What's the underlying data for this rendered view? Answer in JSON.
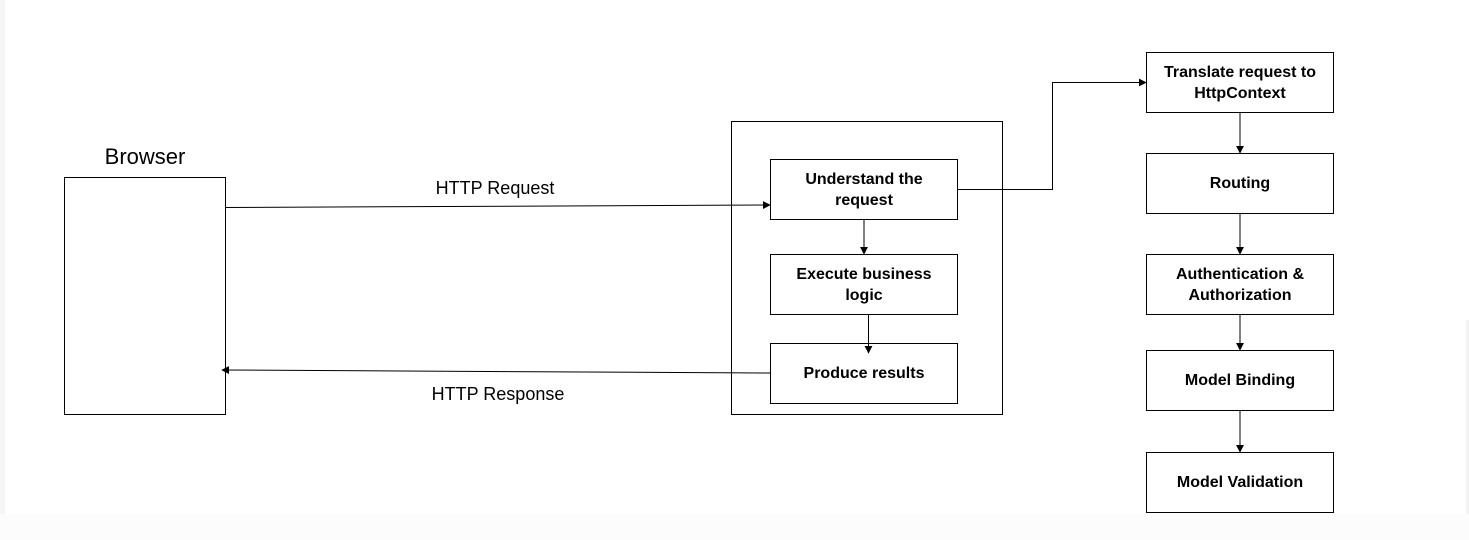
{
  "diagram": {
    "browser": {
      "title": "Browser"
    },
    "connections": {
      "request_label": "HTTP Request",
      "response_label": "HTTP Response"
    },
    "server": {
      "steps": [
        {
          "line1": "Understand the",
          "line2": "request"
        },
        {
          "line1": "Execute business",
          "line2": "logic"
        },
        {
          "line1": "Produce results",
          "line2": ""
        }
      ]
    },
    "pipeline": {
      "steps": [
        {
          "line1": "Translate request to",
          "line2": "HttpContext"
        },
        {
          "line1": "Routing",
          "line2": ""
        },
        {
          "line1": "Authentication &",
          "line2": "Authorization"
        },
        {
          "line1": "Model Binding",
          "line2": ""
        },
        {
          "line1": "Model Validation",
          "line2": ""
        }
      ]
    }
  }
}
